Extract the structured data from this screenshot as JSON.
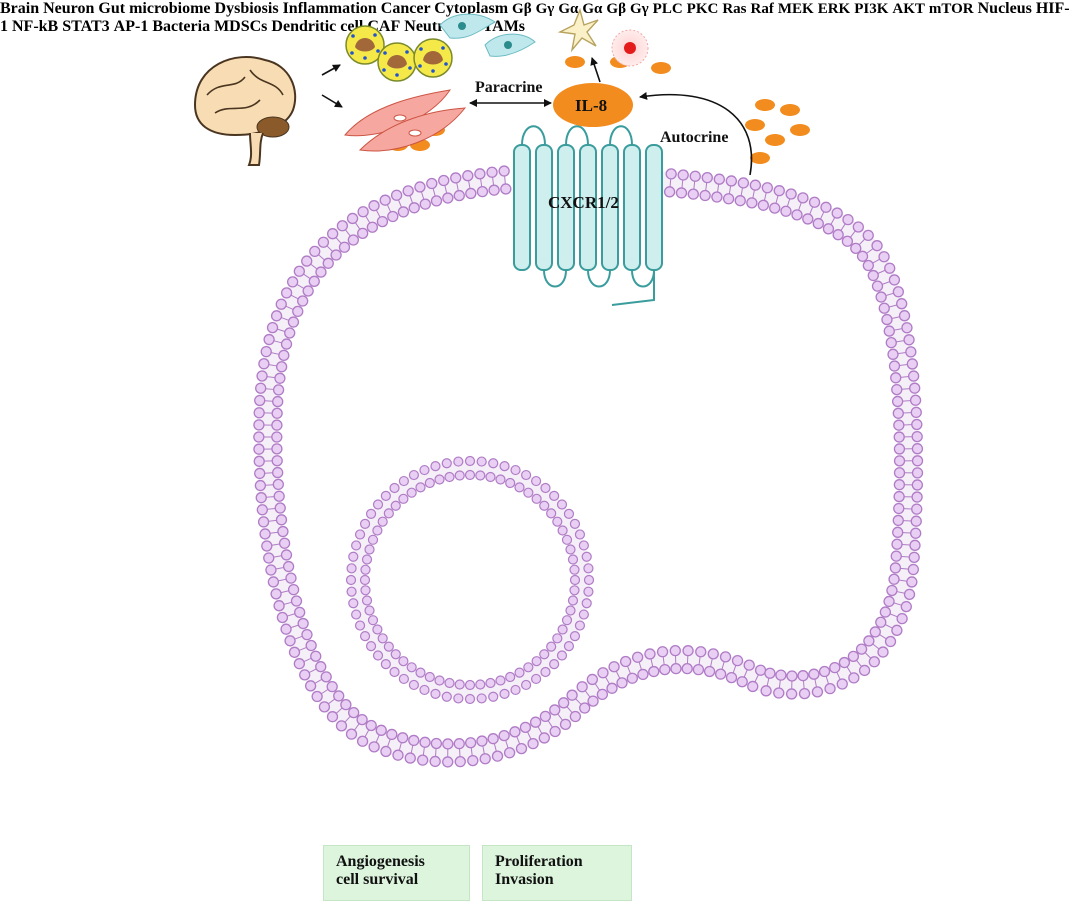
{
  "labels": {
    "paracrine": "Paracrine",
    "il8": "IL-8",
    "autocrine": "Autocrine",
    "cxcr": "CXCR1/2",
    "cancer_cytoplasm": "Cancer Cytoplasm",
    "brain": "Brain",
    "neuron": "Neuron",
    "nucleus": "Nucleus"
  },
  "molecules": {
    "g_beta": "Gβ",
    "g_gamma": "Gγ",
    "g_alpha": "Gα",
    "plc": "PLC",
    "pkc": "PKC",
    "ras": "Ras",
    "raf": "Raf",
    "mek": "MEK",
    "erk": "ERK",
    "pi3k": "PI3K",
    "akt": "AKT",
    "mtor": "mTOR"
  },
  "transcription_factors": [
    "HIF-1",
    "NF-kB",
    "STAT3",
    "AP-1"
  ],
  "gut": [
    "Gut microbiome",
    "Dysbiosis",
    "Inflammation"
  ],
  "outcomes": {
    "box1": [
      "Angiogenesis",
      "cell survival"
    ],
    "box2": [
      "Proliferation",
      "Invasion"
    ]
  },
  "legend": {
    "bacteria": "Bacteria",
    "mdscs": "MDSCs",
    "dendritic": "Dendritic cell",
    "caf": "CAF",
    "neutrophil": "Neutrophil",
    "tams": "TAMs"
  },
  "colors": {
    "membrane": "#b07cc6",
    "il8": "#f28c1e",
    "receptor": "#cfeeee",
    "outcome_box": "#ddf5dd"
  }
}
